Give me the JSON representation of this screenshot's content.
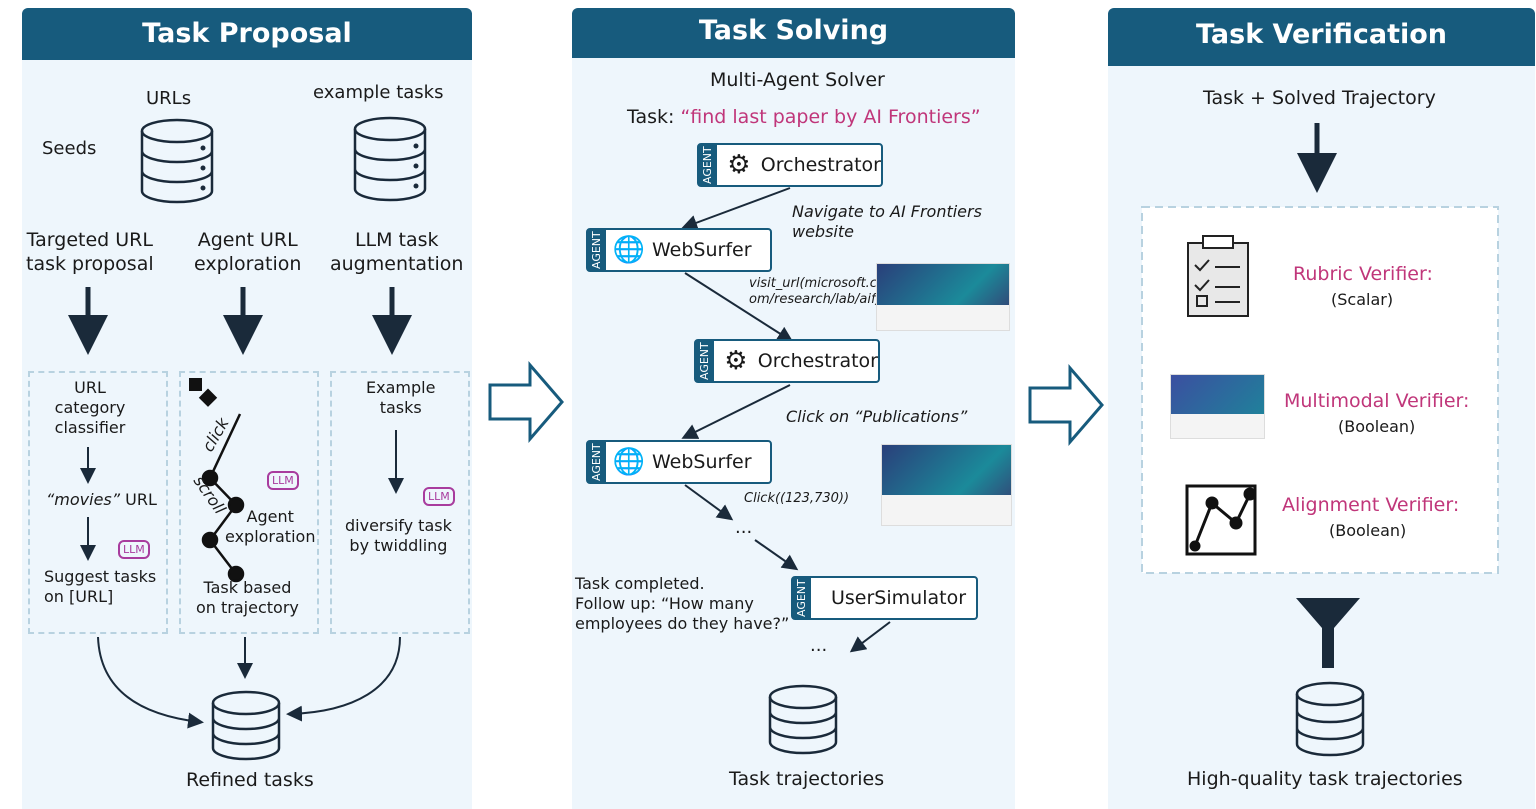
{
  "proposal": {
    "title": "Task Proposal",
    "seeds": "Seeds",
    "urls": "URLs",
    "example_tasks": "example tasks",
    "col1": "Targeted URL\ntask proposal",
    "col2": "Agent URL\nexploration",
    "col3": "LLM task\naugmentation",
    "box1": {
      "a": "URL\ncategory\nclassifier",
      "b_quote": "“movies”",
      "b_rest": " URL",
      "c": "Suggest tasks\non [URL]"
    },
    "box2": {
      "click": "click",
      "scroll": "scroll",
      "a": "Agent\nexploration",
      "b": "Task based\non trajectory"
    },
    "box3": {
      "a": "Example\ntasks",
      "b": "diversify task\nby twiddling"
    },
    "llm": "LLM",
    "output": "Refined tasks"
  },
  "solving": {
    "title": "Task Solving",
    "subtitle": "Multi-Agent Solver",
    "task_label": "Task: ",
    "task_text": "“find last paper by AI Frontiers”",
    "agent_tag": "AGENT",
    "orchestrator": "Orchestrator",
    "websurfer": "WebSurfer",
    "usersim": "UserSimulator",
    "step1": "Navigate to AI Frontiers\nwebsite",
    "step2": "visit_url(microsoft.c\nom/research/lab/aif)",
    "step3": "Click on “Publications”",
    "step4": "Click((123,730))",
    "ellipsis": "...",
    "completed": "Task completed.\nFollow up: “How many\nemployees do they have?”",
    "output": "Task trajectories"
  },
  "verification": {
    "title": "Task Verification",
    "input": "Task + Solved Trajectory",
    "verifiers": [
      {
        "name": "Rubric Verifier:",
        "type": "(Scalar)"
      },
      {
        "name": "Multimodal Verifier:",
        "type": "(Boolean)"
      },
      {
        "name": "Alignment Verifier:",
        "type": "(Boolean)"
      }
    ],
    "output": "High-quality task trajectories"
  },
  "colors": {
    "header": "#175b7d",
    "panel": "#eef6fc",
    "accent": "#c0367a",
    "llm": "#a83c9e"
  }
}
